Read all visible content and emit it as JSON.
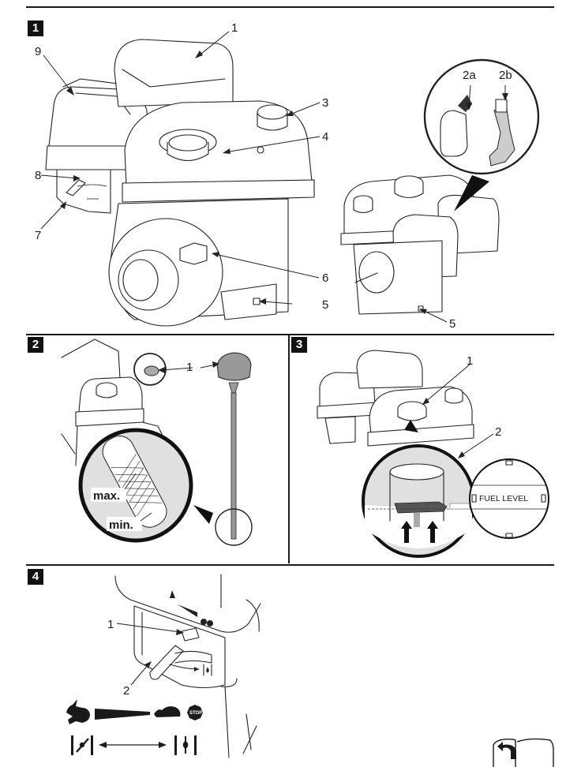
{
  "page": {
    "type": "manual-illustration-page",
    "figures": [
      {
        "number": "1",
        "title": "Engine overview",
        "callouts": [
          "1",
          "2a",
          "2b",
          "3",
          "4",
          "5",
          "5",
          "6",
          "7",
          "8",
          "9"
        ]
      },
      {
        "number": "2",
        "title": "Oil dipstick",
        "callouts": [
          "1"
        ],
        "dipstick_labels": {
          "max": "max.",
          "min": "min."
        }
      },
      {
        "number": "3",
        "title": "Fuel tank filling",
        "callouts": [
          "1",
          "2"
        ],
        "fuel_gauge_text": "FUEL LEVEL"
      },
      {
        "number": "4",
        "title": "Throttle / choke lever",
        "callouts": [
          "1",
          "2"
        ],
        "symbols": {
          "fast": "rabbit-icon",
          "slow": "turtle-icon",
          "stop": "STOP",
          "choke_closed": "choke-closed-icon",
          "choke_open": "choke-open-icon"
        }
      }
    ],
    "footer_icon": "turn-page-icon"
  }
}
